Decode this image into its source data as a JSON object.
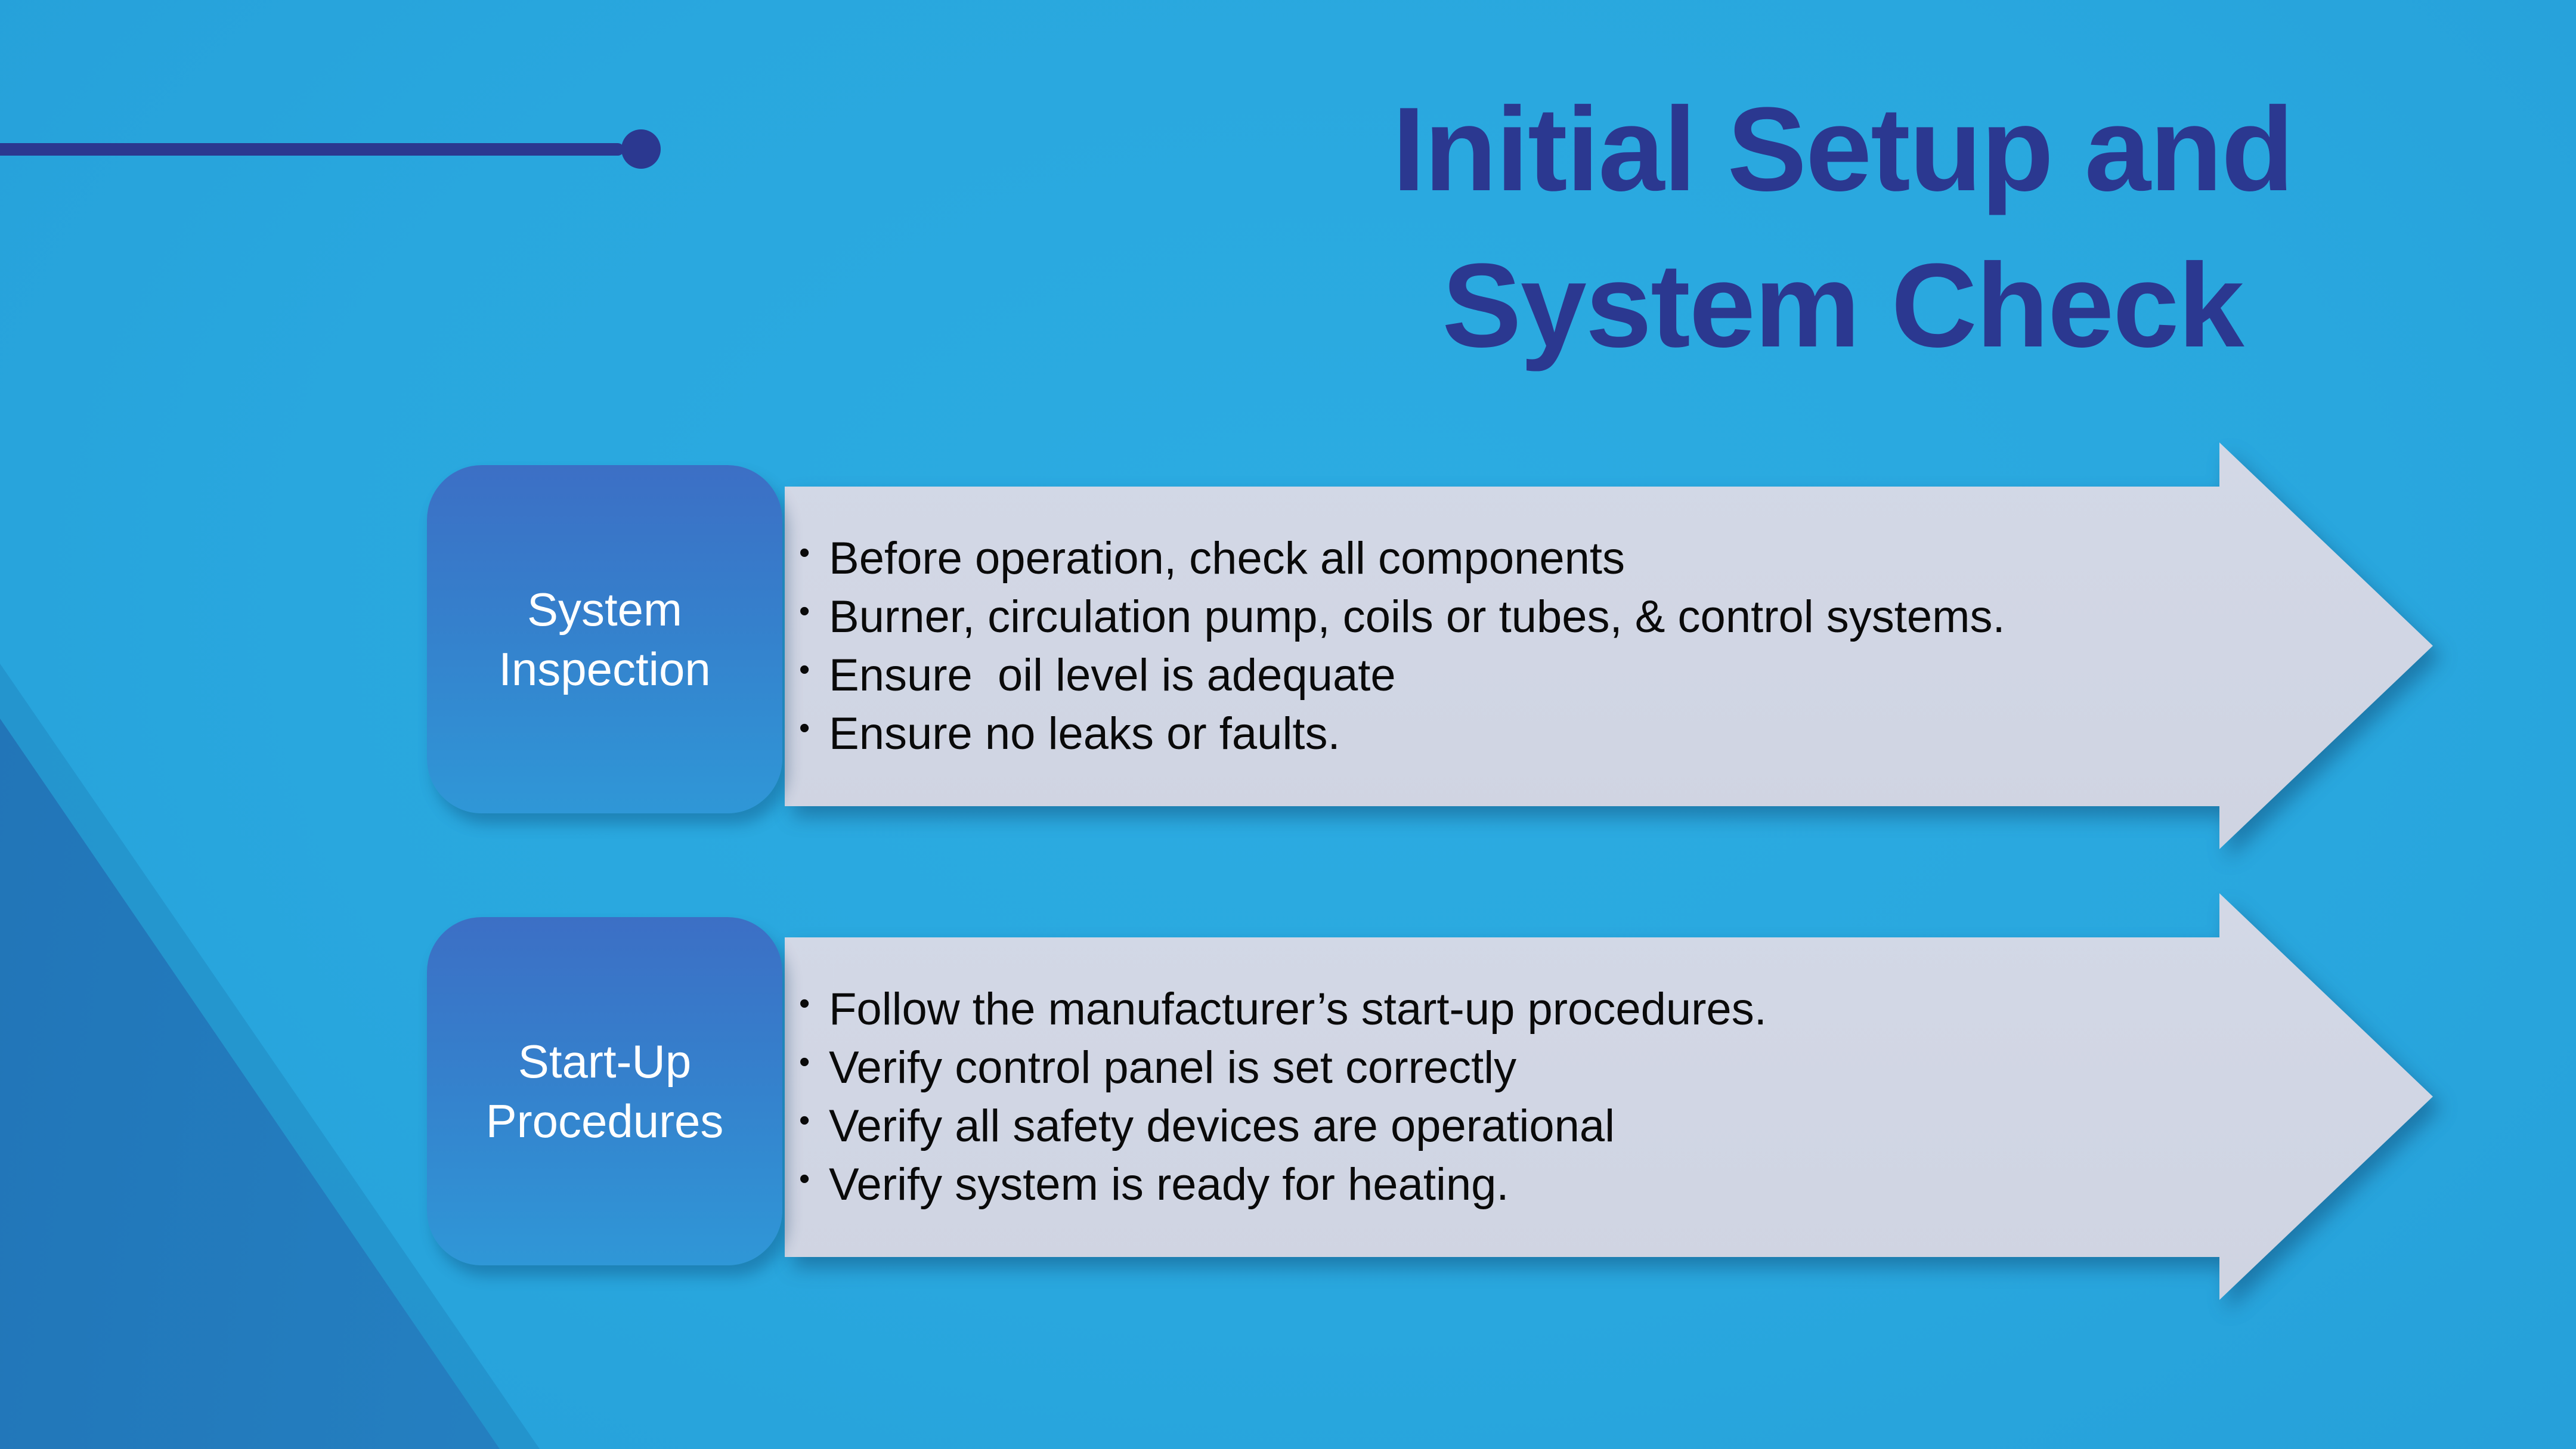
{
  "slide": {
    "title": {
      "line1": "Initial Setup and",
      "line2": "System Check"
    },
    "rows": [
      {
        "label": "System Inspection",
        "bullets": [
          "Before operation, check all components",
          "Burner, circulation pump, coils or tubes, & control systems.",
          "Ensure  oil level is adequate",
          "Ensure no leaks or faults."
        ]
      },
      {
        "label": "Start-Up Procedures",
        "bullets": [
          "Follow the manufacturer’s start-up procedures.",
          "Verify control panel is set correctly",
          "Verify all safety devices are operational",
          "Verify system is ready for heating."
        ]
      }
    ],
    "colors": {
      "background": "#29A7DE",
      "accent_navy": "#2B3890",
      "arrow_fill": "#D1D6E4",
      "label_gradient_top": "#3C6FC5",
      "label_gradient_bottom": "#2F97D7",
      "bullet_text": "#0A0A0A",
      "label_text": "#FFFFFF",
      "decor_dark_blue": "#2173B6"
    }
  }
}
